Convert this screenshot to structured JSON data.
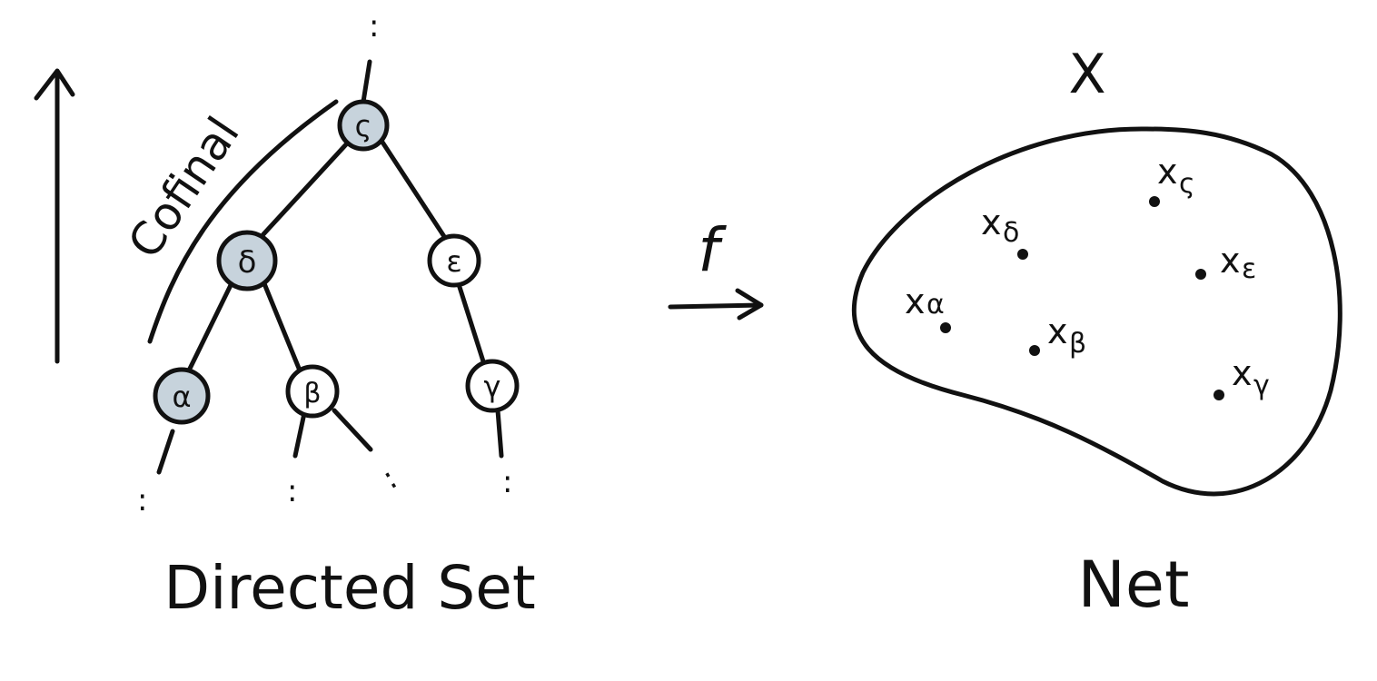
{
  "colors": {
    "ink": "#111111",
    "highlight_fill": "#c7d3dc",
    "plain_fill": "#ffffff"
  },
  "labels": {
    "directed_set": "Directed Set",
    "net": "Net",
    "space": "X",
    "map": "f",
    "cofinal": "Cofinal",
    "ellipsis": ":"
  },
  "nodes": [
    {
      "id": "zeta",
      "label": "ς",
      "highlighted": true
    },
    {
      "id": "delta",
      "label": "δ",
      "highlighted": true
    },
    {
      "id": "epsilon",
      "label": "ε",
      "highlighted": false
    },
    {
      "id": "alpha",
      "label": "α",
      "highlighted": true
    },
    {
      "id": "beta",
      "label": "β",
      "highlighted": false
    },
    {
      "id": "gamma",
      "label": "γ",
      "highlighted": false
    }
  ],
  "points": [
    {
      "id": "x-zeta",
      "base": "x",
      "sub": "ς"
    },
    {
      "id": "x-delta",
      "base": "x",
      "sub": "δ"
    },
    {
      "id": "x-epsilon",
      "base": "x",
      "sub": "ε"
    },
    {
      "id": "x-alpha",
      "base": "x",
      "sub": "α"
    },
    {
      "id": "x-beta",
      "base": "x",
      "sub": "β"
    },
    {
      "id": "x-gamma",
      "base": "x",
      "sub": "γ"
    }
  ]
}
